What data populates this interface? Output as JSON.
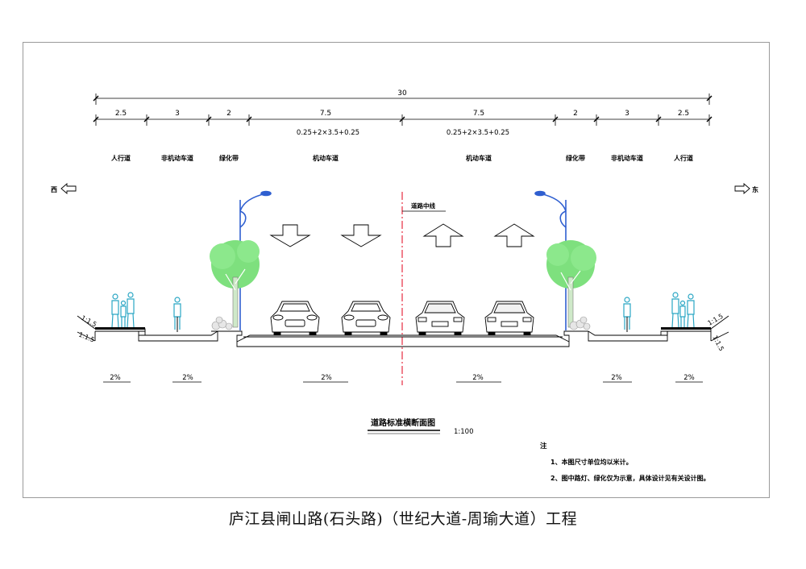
{
  "dimensions": {
    "total": "30",
    "segments": [
      "2.5",
      "3",
      "2",
      "7.5",
      "7.5",
      "2",
      "3",
      "2.5"
    ],
    "lane_formula_left": "0.25+2×3.5+0.25",
    "lane_formula_right": "0.25+2×3.5+0.25"
  },
  "zones": [
    "人行道",
    "非机动车道",
    "绿化带",
    "机动车道",
    "机动车道",
    "绿化带",
    "非机动车道",
    "人行道"
  ],
  "directions": {
    "west": "西",
    "east": "东"
  },
  "centerline_label": "道路中线",
  "slopes": {
    "left_upper": "1:1.5",
    "left_lower": "1:1.5",
    "right_upper": "1:1.5",
    "right_lower": "1:1.5"
  },
  "gradients": [
    "2%",
    "2%",
    "2%",
    "2%",
    "2%",
    "2%"
  ],
  "drawing_title": "道路标准横断面图",
  "scale": "1:100",
  "notes": {
    "heading": "注",
    "items": [
      "1、本图尺寸单位均以米计。",
      "2、图中路灯、绿化仅为示意，具体设计见有关设计图。"
    ]
  },
  "project_title": "庐江县闸山路(石头路)（世纪大道-周瑜大道）工程",
  "colors": {
    "centerline": "#e0001a",
    "tree": "#7ee07e",
    "lamp": "#2f5fd0",
    "pedestrian": "#2aa6c4"
  }
}
